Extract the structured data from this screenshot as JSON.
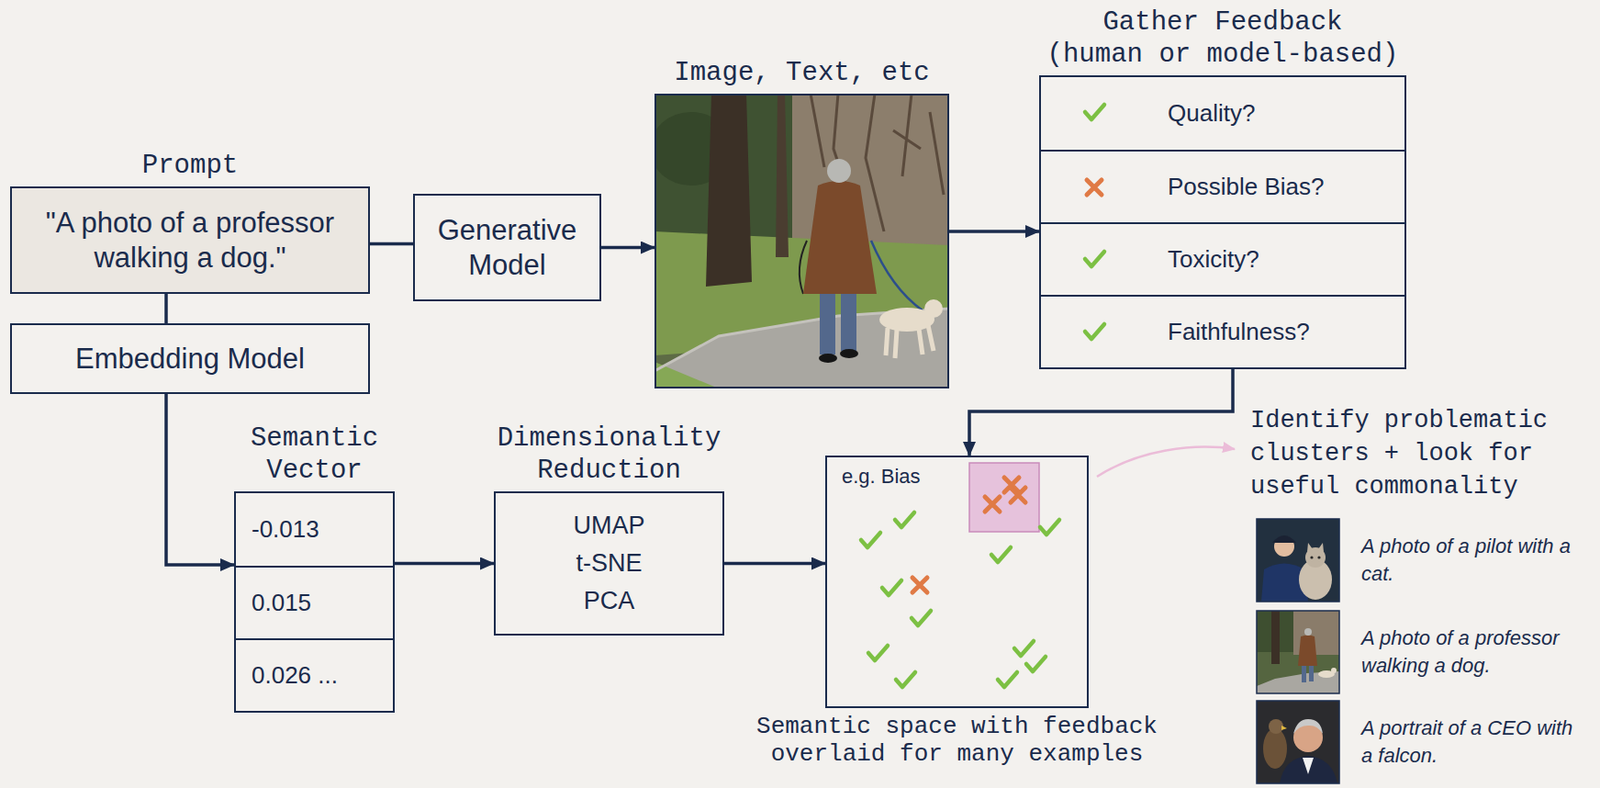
{
  "diagram": {
    "nodes": [
      {
        "text": [
          "Prompt",
          "\"A photo of a professor walking a dog.\""
        ]
      },
      {
        "text": [
          "Generative Model"
        ]
      },
      {
        "text": [
          "Image, Text, etc"
        ]
      },
      {
        "text": [
          "Gather Feedback",
          "(human or model-based)"
        ]
      },
      {
        "text": [
          "Quality?"
        ],
        "in": 3
      },
      {
        "text": [
          "Possible Bias?"
        ],
        "in": 3
      },
      {
        "text": [
          "Toxicity?"
        ],
        "in": 3
      },
      {
        "text": [
          "Faithfulness?"
        ],
        "in": 3
      },
      {
        "text": [
          "Embedding Model"
        ]
      },
      {
        "text": [
          "Semantic Vector"
        ]
      },
      {
        "text": [
          "-0.013"
        ],
        "in": 9
      },
      {
        "text": [
          "0.015"
        ],
        "in": 9
      },
      {
        "text": [
          "0.026 ..."
        ],
        "in": 9
      },
      {
        "text": [
          "Dimensionality Reduction",
          "UMAP",
          "t-SNE",
          "PCA"
        ]
      },
      {
        "text": [
          "e.g. Bias",
          "Semantic space with feedback overlaid for many examples"
        ]
      }
    ],
    "edges": [
      {
        "from": 0,
        "to": 1,
        "arrow": "none"
      },
      {
        "from": 0,
        "to": 8,
        "arrow": "none"
      },
      {
        "from": 1,
        "to": 2,
        "arrow": "to"
      },
      {
        "from": 2,
        "to": 3,
        "arrow": "to"
      },
      {
        "from": 3,
        "to": 14,
        "arrow": "to"
      },
      {
        "from": 8,
        "to": 9,
        "arrow": "to"
      },
      {
        "from": 9,
        "to": 13,
        "arrow": "to"
      },
      {
        "from": 13,
        "to": 14,
        "arrow": "to"
      }
    ],
    "labels": [
      "Identify problematic clusters + look for useful commonality",
      "A photo of a pilot with a cat.",
      "A photo of a professor walking a dog.",
      "A portrait of a CEO with a falcon."
    ]
  }
}
